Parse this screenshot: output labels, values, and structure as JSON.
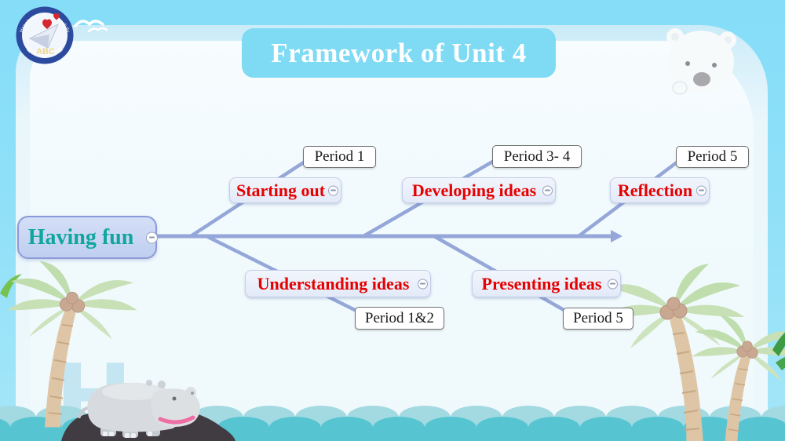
{
  "title": "Framework of Unit 4",
  "logo": {
    "arc_top": "Happily Crazily Successfully",
    "arc_bottom": "金小玲名师工作室",
    "monogram": "ABC"
  },
  "decor": {
    "letter_h": "H"
  },
  "mindmap": {
    "root_label": "Having fun",
    "branches": [
      {
        "label": "Starting out",
        "period": "Period 1",
        "direction": "up"
      },
      {
        "label": "Developing ideas",
        "period": "Period 3- 4",
        "direction": "up"
      },
      {
        "label": "Reflection",
        "period": "Period 5",
        "direction": "up"
      },
      {
        "label": "Understanding ideas",
        "period": "Period 1&2",
        "direction": "down"
      },
      {
        "label": "Presenting ideas",
        "period": "Period 5",
        "direction": "down"
      }
    ]
  },
  "colors": {
    "sky": "#87DEF8",
    "title_bar": "#7FDAF4",
    "card": "#F1FAFD",
    "root_fill": "#C8D6F4",
    "root_text": "#10A69E",
    "branch_text": "#E60000",
    "connector": "#94A7D8",
    "wave_light": "#A3DAE2",
    "wave_dark": "#57C5D1"
  }
}
